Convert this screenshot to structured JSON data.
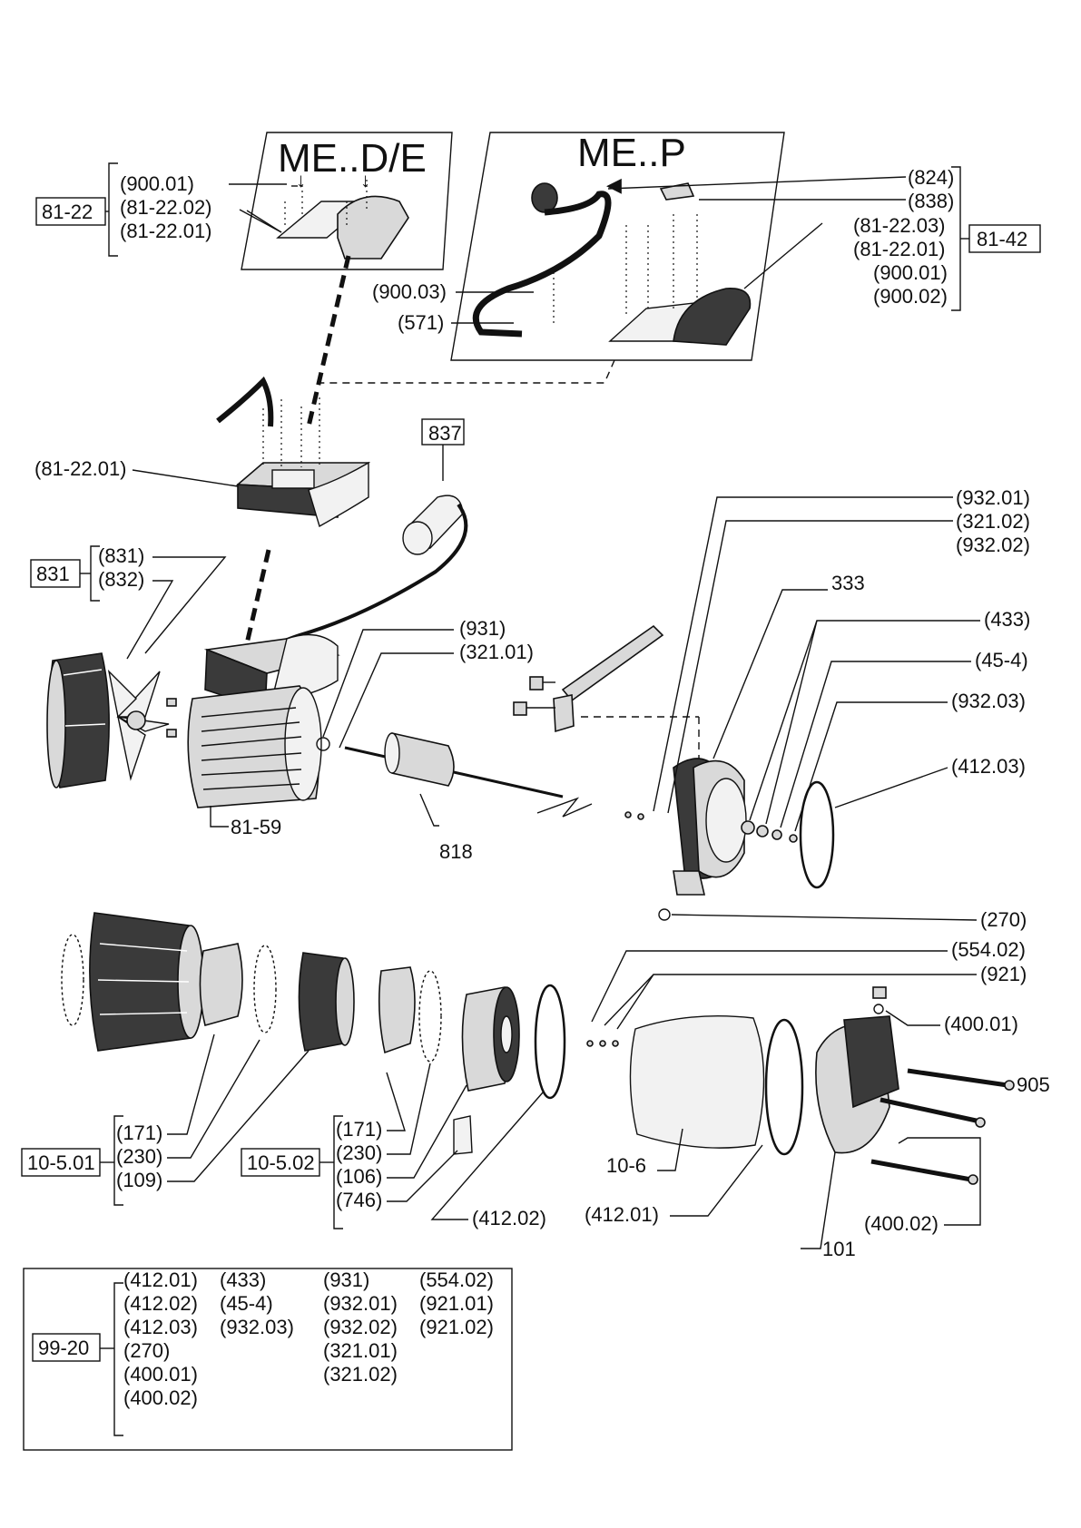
{
  "headers": {
    "me_de": "ME..D/E",
    "me_p": "ME..P"
  },
  "labels": {
    "g81_22": "81-22",
    "l900_01_a": "(900.01)",
    "l81_22_02": "(81-22.02)",
    "l81_22_01_a": "(81-22.01)",
    "l824": "(824)",
    "l838": "(838)",
    "l81_22_03": "(81-22.03)",
    "l81_22_01_b": "(81-22.01)",
    "l900_01_b": "(900.01)",
    "l900_02": "(900.02)",
    "g81_42": "81-42",
    "l900_03": "(900.03)",
    "l571": "(571)",
    "g837": "837",
    "l81_22_01_c": "(81-22.01)",
    "g831": "831",
    "l831": "(831)",
    "l832": "(832)",
    "l931": "(931)",
    "l321_01": "(321.01)",
    "l81_59": "81-59",
    "l818": "818",
    "l932_01": "(932.01)",
    "l321_02": "(321.02)",
    "l932_02": "(932.02)",
    "l333": "333",
    "l433": "(433)",
    "l45_4": "(45-4)",
    "l932_03": "(932.03)",
    "l412_03": "(412.03)",
    "l270": "(270)",
    "l554_02": "(554.02)",
    "l921": "(921)",
    "l400_01": "(400.01)",
    "l905": "905",
    "g10_5_01": "10-5.01",
    "l171_a": "(171)",
    "l230_a": "(230)",
    "l109": "(109)",
    "g10_5_02": "10-5.02",
    "l171_b": "(171)",
    "l230_b": "(230)",
    "l106": "(106)",
    "l746": "(746)",
    "l412_02": "(412.02)",
    "l10_6": "10-6",
    "l412_01": "(412.01)",
    "l400_02": "(400.02)",
    "l101": "101"
  },
  "kit": {
    "code": "99-20",
    "columns": [
      [
        "(412.01)",
        "(412.02)",
        "(412.03)",
        "(270)",
        "(400.01)",
        "(400.02)"
      ],
      [
        "(433)",
        "(45-4)",
        "(932.03)"
      ],
      [
        "(931)",
        "(932.01)",
        "(932.02)",
        "(321.01)",
        "(321.02)"
      ],
      [
        "(554.02)",
        "(921.01)",
        "(921.02)"
      ]
    ]
  }
}
